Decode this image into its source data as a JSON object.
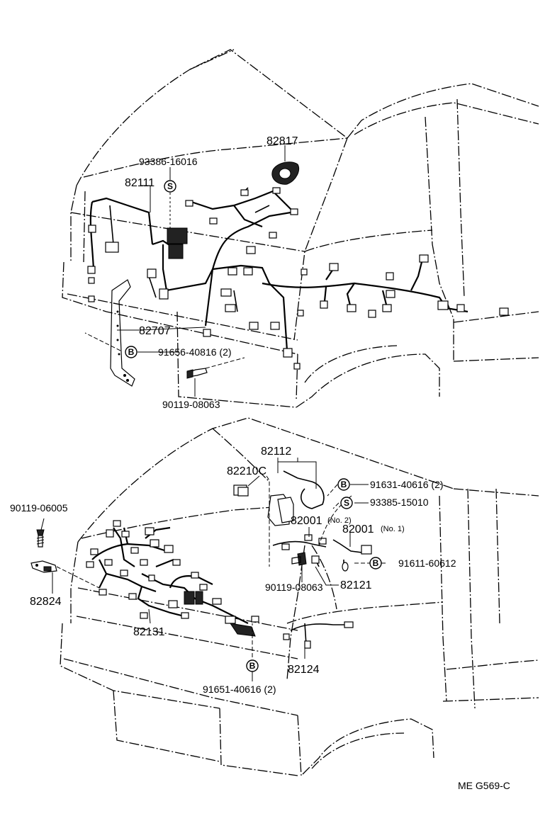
{
  "top_view": {
    "parts": {
      "p82817": "82817",
      "p93386": "93386-16016",
      "p82111": "82111",
      "p82707": "82707",
      "p91656": "91656-40816 (2)",
      "p90119a": "90119-08063"
    },
    "symbols": {
      "s1": "S",
      "b1": "B"
    }
  },
  "bottom_view": {
    "parts": {
      "p82112": "82112",
      "p82210c": "82210C",
      "p91631": "91631-40616 (2)",
      "p93385": "93385-15010",
      "p82001a": "82001",
      "p82001a_note": "(No. 2)",
      "p82001b": "82001",
      "p82001b_note": "(No. 1)",
      "p91611": "91611-60612",
      "p90119b": "90119-06005",
      "p82824": "82824",
      "p90119c": "90119-08063",
      "p82121": "82121",
      "p82131": "82131",
      "p82124": "82124",
      "p91651": "91651-40616 (2)"
    },
    "symbols": {
      "b2": "B",
      "s2": "S",
      "b3": "B",
      "b4": "B"
    }
  },
  "footer": {
    "code": "ME  G569-C"
  }
}
